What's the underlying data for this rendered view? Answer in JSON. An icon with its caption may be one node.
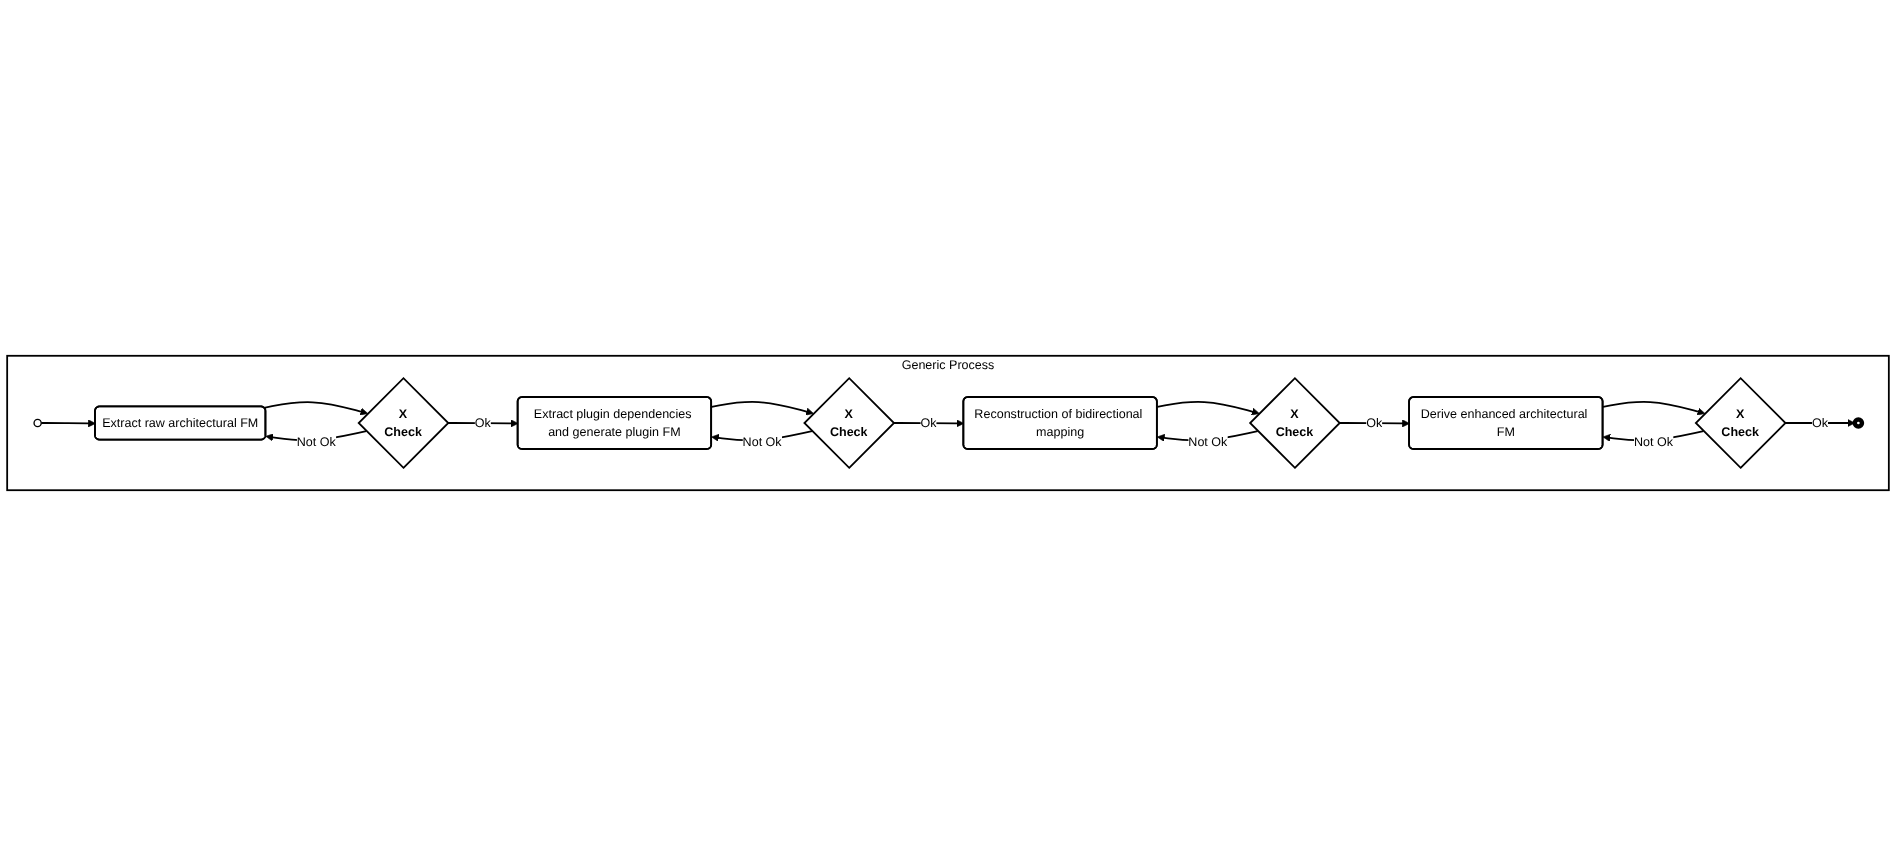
{
  "diagram": {
    "nodes": [
      {
        "text": [
          "Generic Process"
        ]
      },
      {
        "text": [],
        "shape": "circle",
        "in": 0
      },
      {
        "text": [
          "Extract raw architectural FM"
        ],
        "in": 0
      },
      {
        "text": [
          "X",
          "Check"
        ],
        "in": 0
      },
      {
        "text": [
          "Extract plugin dependencies and generate plugin FM"
        ],
        "in": 0
      },
      {
        "text": [
          "X",
          "Check"
        ],
        "in": 0
      },
      {
        "text": [
          "Reconstruction of bidirectional mapping"
        ],
        "in": 0
      },
      {
        "text": [
          "X",
          "Check"
        ],
        "in": 0
      },
      {
        "text": [
          "Derive enhanced architectural FM"
        ],
        "in": 0
      },
      {
        "text": [
          "X",
          "Check"
        ],
        "in": 0
      },
      {
        "text": [],
        "shape": "circle",
        "in": 0
      }
    ],
    "edges": [
      {
        "from": 1,
        "to": 2,
        "arrow": "to"
      },
      {
        "from": 2,
        "to": 3,
        "arrow": "to"
      },
      {
        "from": 3,
        "to": 2,
        "label": "Not Ok",
        "arrow": "to"
      },
      {
        "from": 3,
        "to": 4,
        "label": "Ok",
        "arrow": "to"
      },
      {
        "from": 4,
        "to": 5,
        "arrow": "to"
      },
      {
        "from": 5,
        "to": 4,
        "label": "Not Ok",
        "arrow": "to"
      },
      {
        "from": 5,
        "to": 6,
        "label": "Ok",
        "arrow": "to"
      },
      {
        "from": 6,
        "to": 7,
        "arrow": "to"
      },
      {
        "from": 7,
        "to": 6,
        "label": "Not Ok",
        "arrow": "to"
      },
      {
        "from": 7,
        "to": 8,
        "label": "Ok",
        "arrow": "to"
      },
      {
        "from": 8,
        "to": 9,
        "arrow": "to"
      },
      {
        "from": 9,
        "to": 8,
        "label": "Not Ok",
        "arrow": "to"
      },
      {
        "from": 9,
        "to": 10,
        "label": "Ok",
        "arrow": "to"
      }
    ]
  }
}
